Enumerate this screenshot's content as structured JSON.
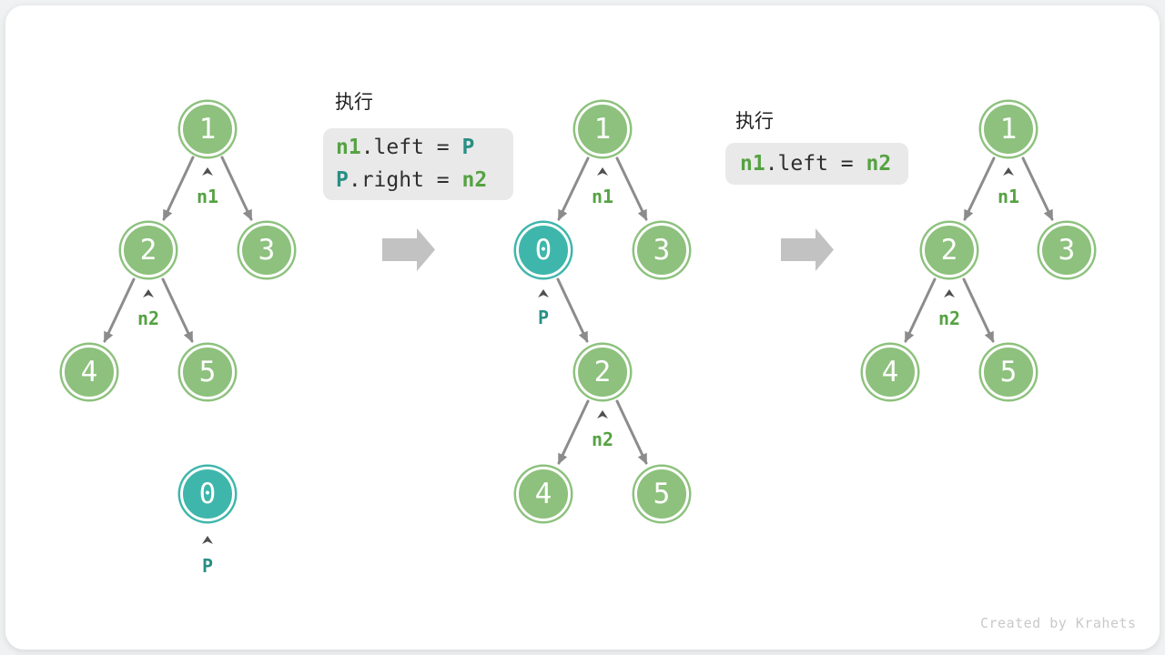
{
  "figure": {
    "watermark": "Created by Krahets"
  },
  "colors": {
    "node_green": "#8dc17d",
    "node_teal": "#3fb6ab",
    "label_green": "#55a243",
    "label_teal": "#2a8f85",
    "edge_gray": "#8c8c8c",
    "block_arrow_gray": "#c2c2c2",
    "code_bg": "#e9e9e9"
  },
  "steps": [
    {
      "exec_label": "执行",
      "lines": [
        {
          "tokens": [
            {
              "text": "n1",
              "color": "green"
            },
            {
              "text": ".left = ",
              "color": "default"
            },
            {
              "text": "P",
              "color": "teal"
            }
          ]
        },
        {
          "tokens": [
            {
              "text": "P",
              "color": "teal"
            },
            {
              "text": ".right = ",
              "color": "default"
            },
            {
              "text": "n2",
              "color": "green"
            }
          ]
        }
      ]
    },
    {
      "exec_label": "执行",
      "lines": [
        {
          "tokens": [
            {
              "text": "n1",
              "color": "green"
            },
            {
              "text": ".left = ",
              "color": "default"
            },
            {
              "text": "n2",
              "color": "green"
            }
          ]
        }
      ]
    }
  ],
  "trees": [
    {
      "name": "initial-tree",
      "nodes": [
        {
          "value": "1"
        },
        {
          "value": "2"
        },
        {
          "value": "3"
        },
        {
          "value": "4"
        },
        {
          "value": "5"
        },
        {
          "value": "0",
          "highlight": true
        }
      ],
      "pointers": [
        {
          "label": "n1"
        },
        {
          "label": "n2"
        },
        {
          "label": "P",
          "highlight": true
        }
      ]
    },
    {
      "name": "inserted-tree",
      "nodes": [
        {
          "value": "1"
        },
        {
          "value": "0",
          "highlight": true
        },
        {
          "value": "3"
        },
        {
          "value": "2"
        },
        {
          "value": "4"
        },
        {
          "value": "5"
        }
      ],
      "pointers": [
        {
          "label": "n1"
        },
        {
          "label": "P",
          "highlight": true
        },
        {
          "label": "n2"
        }
      ]
    },
    {
      "name": "restored-tree",
      "nodes": [
        {
          "value": "1"
        },
        {
          "value": "2"
        },
        {
          "value": "3"
        },
        {
          "value": "4"
        },
        {
          "value": "5"
        }
      ],
      "pointers": [
        {
          "label": "n1"
        },
        {
          "label": "n2"
        }
      ]
    }
  ]
}
